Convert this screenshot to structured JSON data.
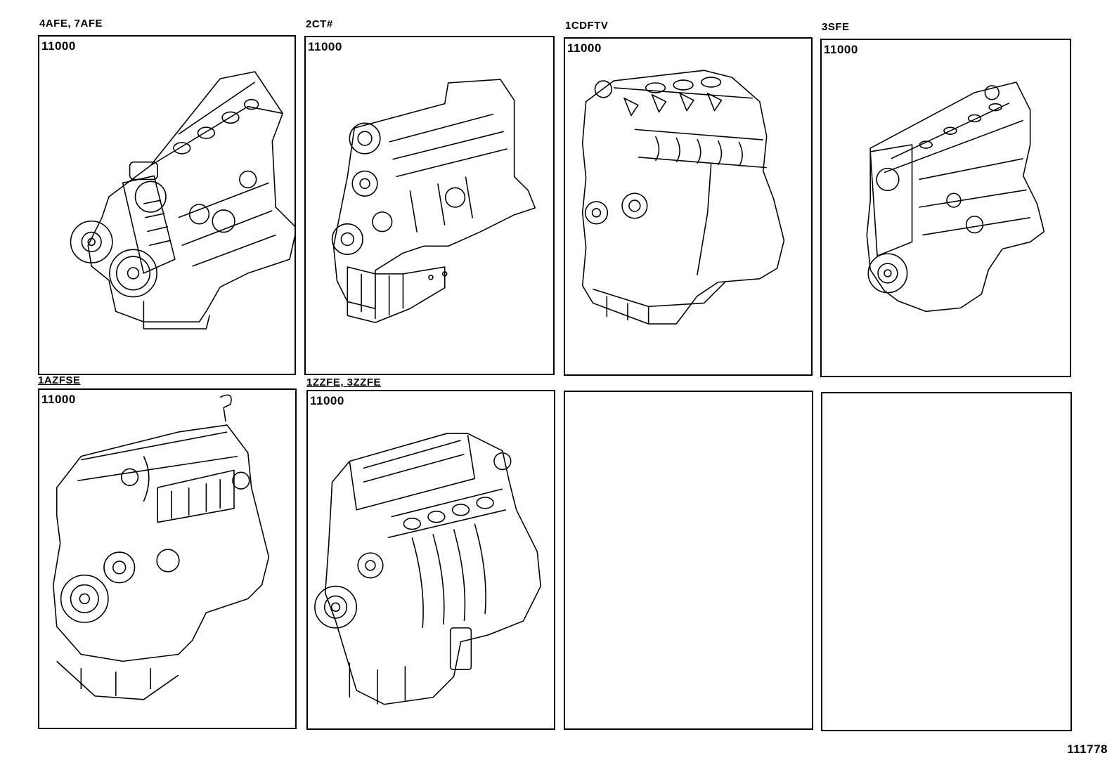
{
  "diagram": {
    "type": "parts-catalog-illustration-index",
    "panels": [
      {
        "label": "4AFE, 7AFE",
        "part_number": "11000",
        "illustration": "engine-assembly-4afe"
      },
      {
        "label": "2CT#",
        "part_number": "11000",
        "illustration": "engine-assembly-2ct"
      },
      {
        "label": "1CDFTV",
        "part_number": "11000",
        "illustration": "engine-assembly-1cdftv"
      },
      {
        "label": "3SFE",
        "part_number": "11000",
        "illustration": "engine-assembly-3sfe"
      },
      {
        "label": "1AZFSE",
        "part_number": "11000",
        "illustration": "engine-assembly-1azfse"
      },
      {
        "label": "1ZZFE, 3ZZFE",
        "part_number": "11000",
        "illustration": "engine-assembly-1zzfe"
      },
      {
        "label": "",
        "part_number": "",
        "illustration": ""
      },
      {
        "label": "",
        "part_number": "",
        "illustration": ""
      }
    ],
    "footer_id": "111778"
  }
}
